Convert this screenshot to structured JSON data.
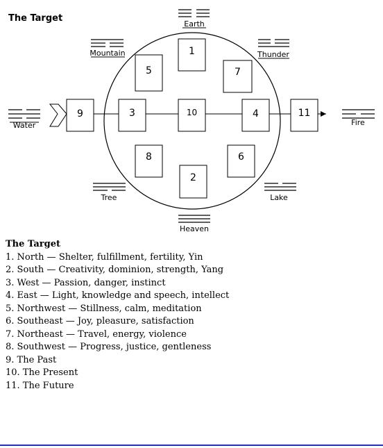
{
  "diagram": {
    "title": "The Target",
    "boxes": {
      "b1": "1",
      "b2": "2",
      "b3": "3",
      "b4": "4",
      "b5": "5",
      "b6": "6",
      "b7": "7",
      "b8": "8",
      "b9": "9",
      "b10": "10",
      "b11": "11"
    },
    "trigrams": {
      "earth": "Earth",
      "mountain": "Mountain",
      "thunder": "Thunder",
      "water": "Water",
      "fire": "Fire",
      "tree": "Tree",
      "lake": "Lake",
      "heaven": "Heaven"
    }
  },
  "legend": {
    "title": "The Target",
    "items": [
      "1. North — Shelter, fulfillment, fertility, Yin",
      "2. South — Creativity, dominion, strength, Yang",
      "3. West — Passion, danger, instinct",
      "4. East — Light, knowledge and speech, intellect",
      "5. Northwest — Stillness, calm, meditation",
      "6. Southeast — Joy, pleasure, satisfaction",
      "7. Northeast — Travel, energy, violence",
      "8. Southwest — Progress, justice, gentleness",
      "9. The Past",
      "10. The Present",
      "11. The Future"
    ]
  },
  "colors": {
    "background": "#ffffff",
    "ink": "#000000",
    "bottom_rule": "#1f2fc4"
  }
}
